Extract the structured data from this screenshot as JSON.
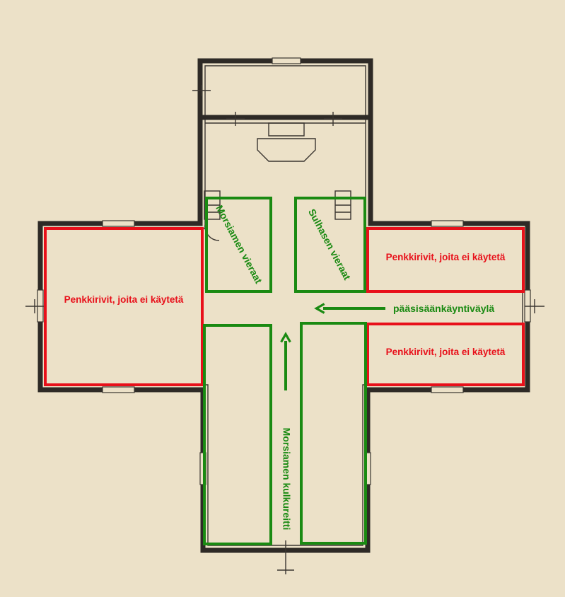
{
  "labels": {
    "unused_pews": "Penkkirivit, joita ei käytetä",
    "bride_guests": "Morsiamen vieraat",
    "groom_guests": "Sulhasen vieraat",
    "main_entrance_aisle": "pääsisäänkäyntiväylä",
    "bride_route": "Morsiamen kulkureitti"
  },
  "colors": {
    "paper": "#ece1c8",
    "walls": "#2e2a26",
    "unused": "#e8101a",
    "guests": "#1a8a12"
  }
}
